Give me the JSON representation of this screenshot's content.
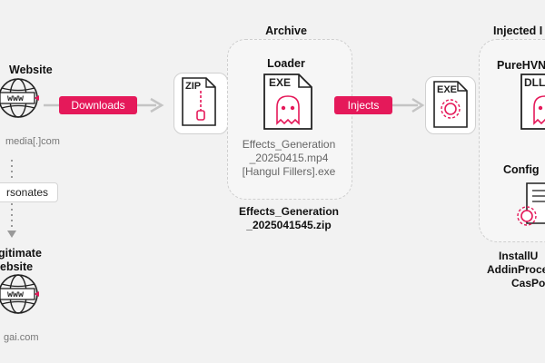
{
  "left": {
    "top_title": "Website",
    "top_domain": "media[.]com",
    "www_label": "www",
    "relation": "rsonates",
    "bottom_title_line1": "gitimate",
    "bottom_title_line2": "ebsite",
    "bottom_domain": "gai.com"
  },
  "edges": {
    "downloads": "Downloads",
    "injects": "Injects"
  },
  "zip": {
    "label": "ZIP"
  },
  "archive": {
    "title": "Archive",
    "loader_title": "Loader",
    "exe_label": "EXE",
    "file_line1": "Effects_Generation",
    "file_line2": "_20250415.mp4",
    "file_line3": "[Hangul Fillers].exe",
    "zip_name_line1": "Effects_Generation",
    "zip_name_line2": "_2025041545.zip"
  },
  "exe_standalone": {
    "label": "EXE"
  },
  "injected": {
    "title": "Injected I",
    "purehvn_title": "PureHVN",
    "dll_label": "DLL",
    "config_title": "Config",
    "proc_line1": "InstallU",
    "proc_line2": "AddinProce",
    "proc_line3": "CasPo"
  },
  "colors": {
    "accent": "#e5195a",
    "arrow": "#c4c4c4",
    "background": "#f2f2f2"
  }
}
